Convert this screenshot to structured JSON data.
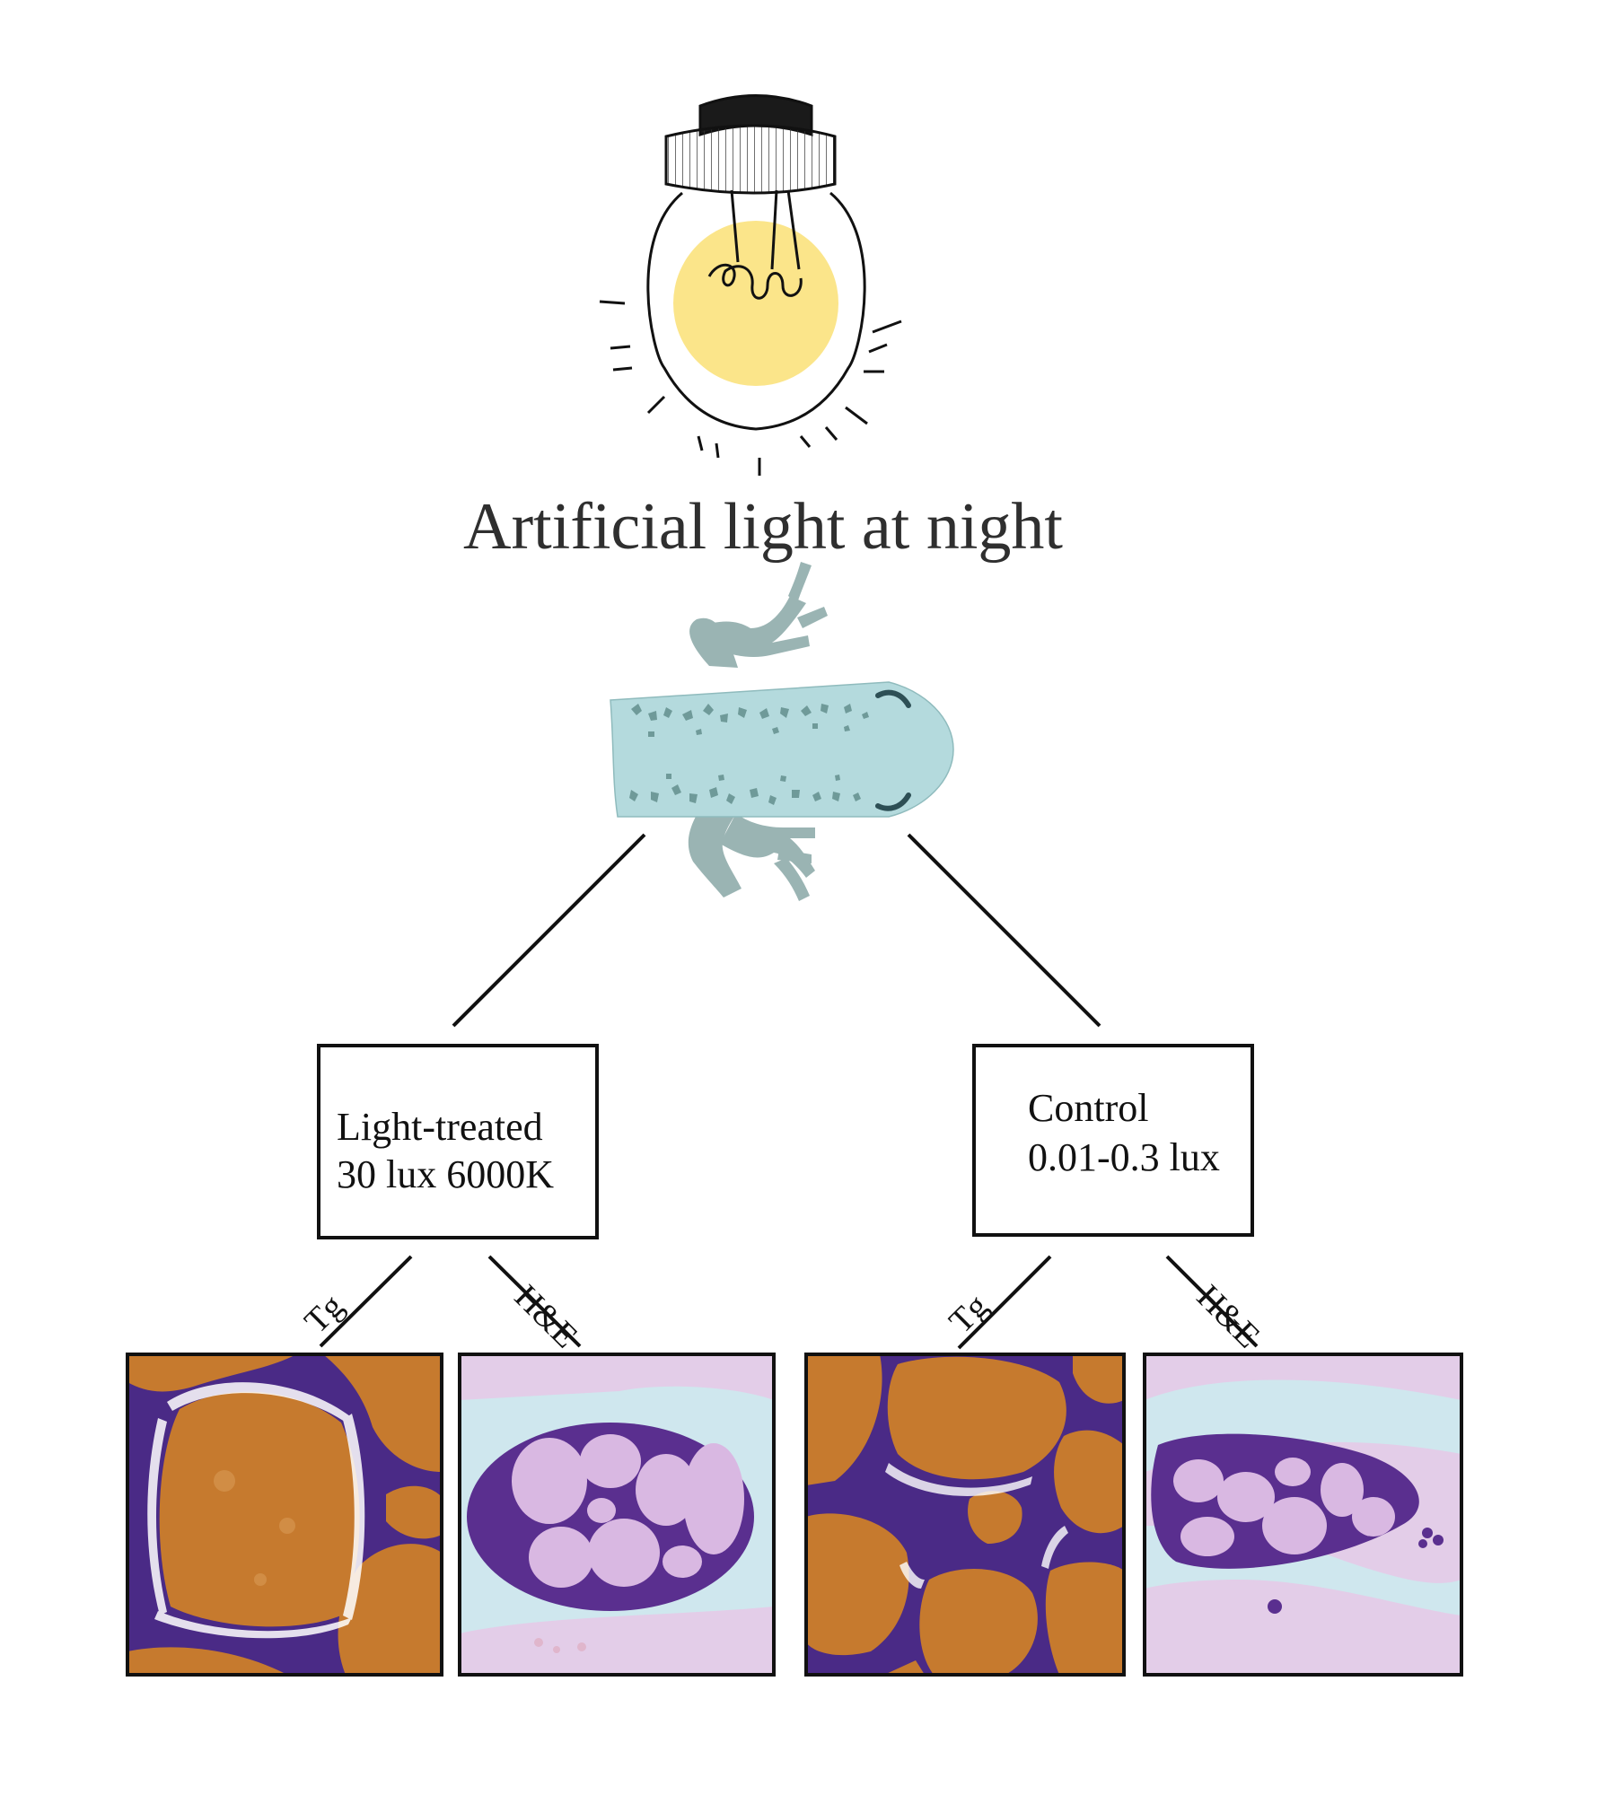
{
  "title": "Artificial light at night",
  "groups": [
    {
      "line1": "Light-treated",
      "line2": "30 lux 6000K"
    },
    {
      "line1": "Control",
      "line2": "0.01-0.3 lux"
    }
  ],
  "stains": {
    "tg": "Tg",
    "he": "H&E"
  },
  "colors": {
    "bulb_glow": "#fbe58a",
    "axolotl_body": "#b4dadd",
    "axolotl_spots": "#6f9a99",
    "axolotl_limbs": "#9ab4b3",
    "tg_colloid": "#c67a2e",
    "tg_cells": "#4a2a86",
    "he_colloid": "#d9b8e2",
    "he_cells": "#5a2f8f",
    "he_stroma": "#cfe7ee"
  },
  "icons": [
    "light-bulb-icon",
    "axolotl-icon"
  ]
}
